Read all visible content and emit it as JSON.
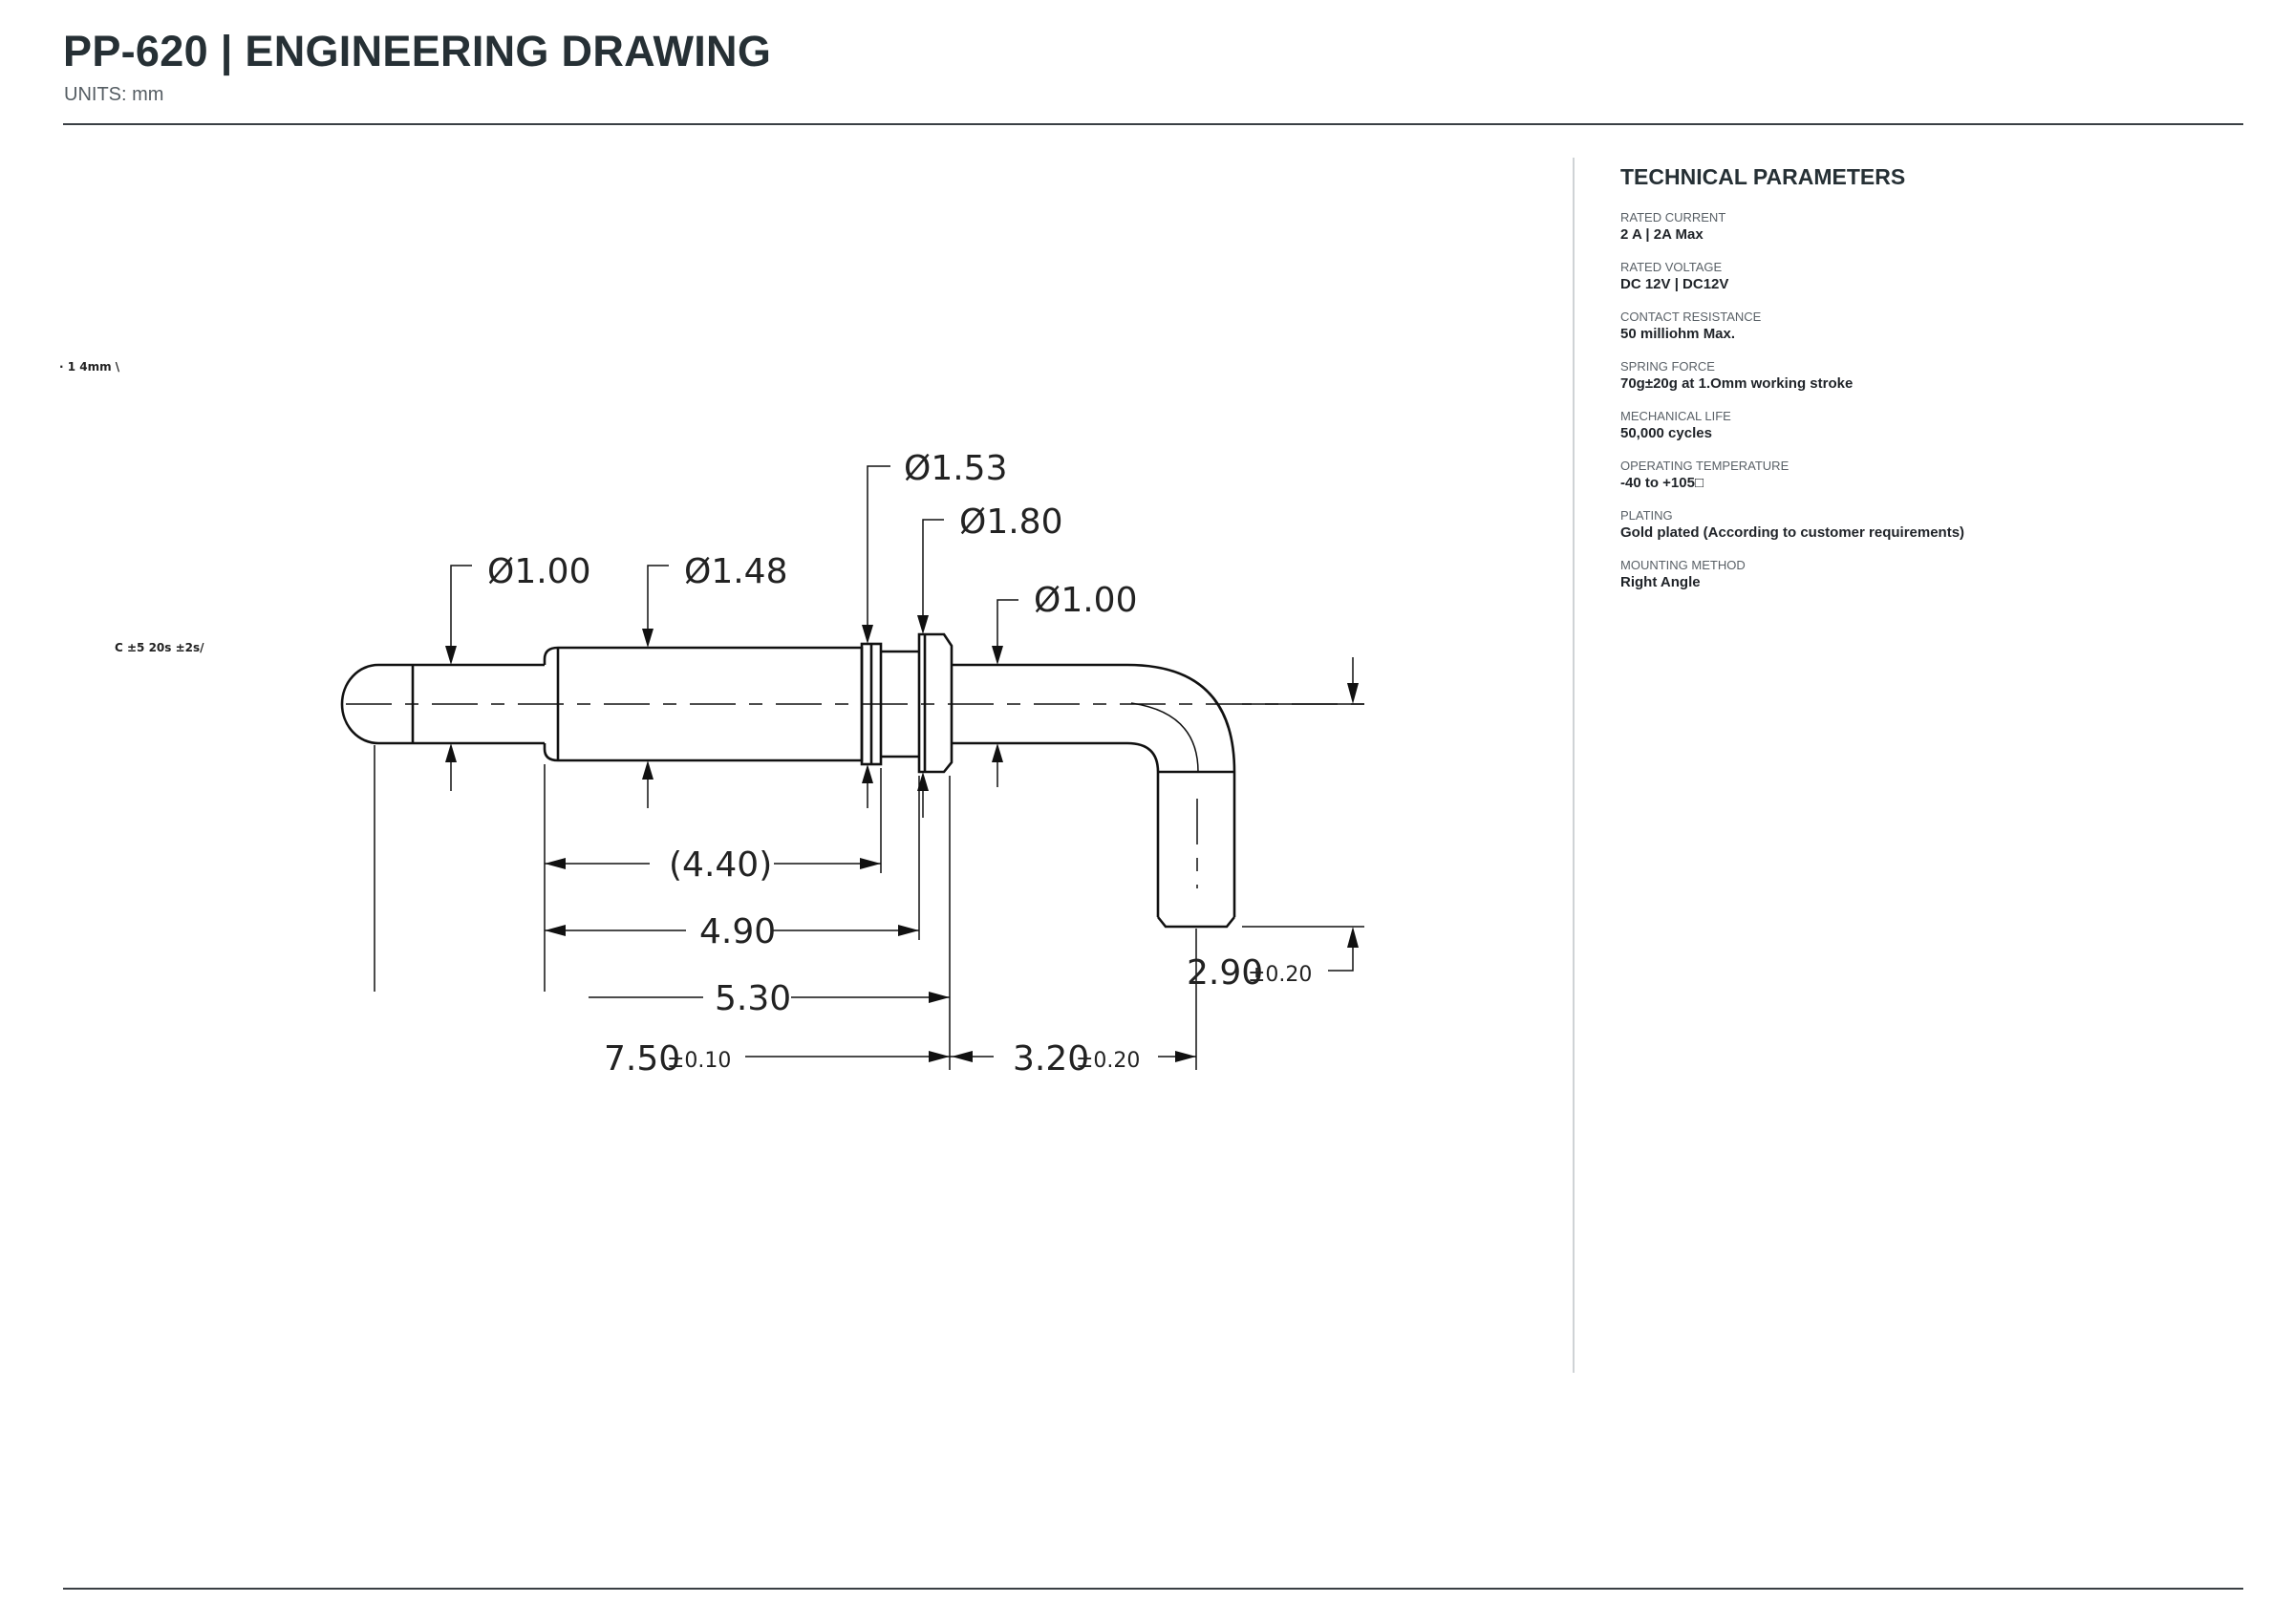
{
  "header": {
    "title": "PP-620  |  ENGINEERING DRAWING",
    "units": "UNITS: mm"
  },
  "parameters": {
    "heading": "TECHNICAL PARAMETERS",
    "items": [
      {
        "label": "RATED CURRENT",
        "value": "2 A | 2A Max"
      },
      {
        "label": "RATED VOLTAGE",
        "value": "DC 12V | DC12V"
      },
      {
        "label": "CONTACT RESISTANCE",
        "value": "50 milliohm Max."
      },
      {
        "label": "SPRING FORCE",
        "value": "70g±20g at 1.Omm working stroke"
      },
      {
        "label": "MECHANICAL LIFE",
        "value": "50,000 cycles"
      },
      {
        "label": "OPERATING TEMPERATURE",
        "value": "-40 to +105□"
      },
      {
        "label": "PLATING",
        "value": "Gold plated (According to customer requirements)"
      },
      {
        "label": "MOUNTING METHOD",
        "value": "Right Angle"
      }
    ]
  },
  "drawing": {
    "dims": {
      "d_tip": "Ø1.00",
      "d_barrel": "Ø1.48",
      "d_groove": "Ø1.53",
      "d_flange": "Ø1.80",
      "d_tail": "Ø1.00",
      "len_440": "(4.40)",
      "len_490": "4.90",
      "len_530": "5.30",
      "len_750": "7.50",
      "tol_750": "±0.10",
      "len_320": "3.20",
      "tol_320": "±0.20",
      "len_290": "2.90",
      "tol_290": "±0.20"
    },
    "fragments": {
      "frag_a": "· 1  4mm \\",
      "frag_b": "C ±5    20s ±2s/"
    }
  }
}
